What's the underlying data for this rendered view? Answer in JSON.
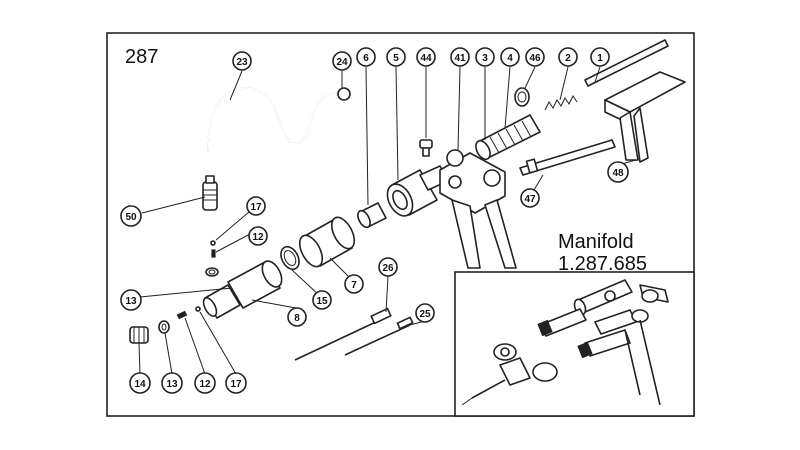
{
  "diagram": {
    "page_number": "287",
    "inset_title": "Manifold",
    "inset_part_number": "1.287.685",
    "callouts": [
      "23",
      "24",
      "6",
      "5",
      "44",
      "41",
      "3",
      "4",
      "46",
      "2",
      "1",
      "50",
      "17",
      "12",
      "13",
      "8",
      "15",
      "7",
      "26",
      "25",
      "14",
      "13",
      "12",
      "17",
      "47",
      "48"
    ]
  }
}
